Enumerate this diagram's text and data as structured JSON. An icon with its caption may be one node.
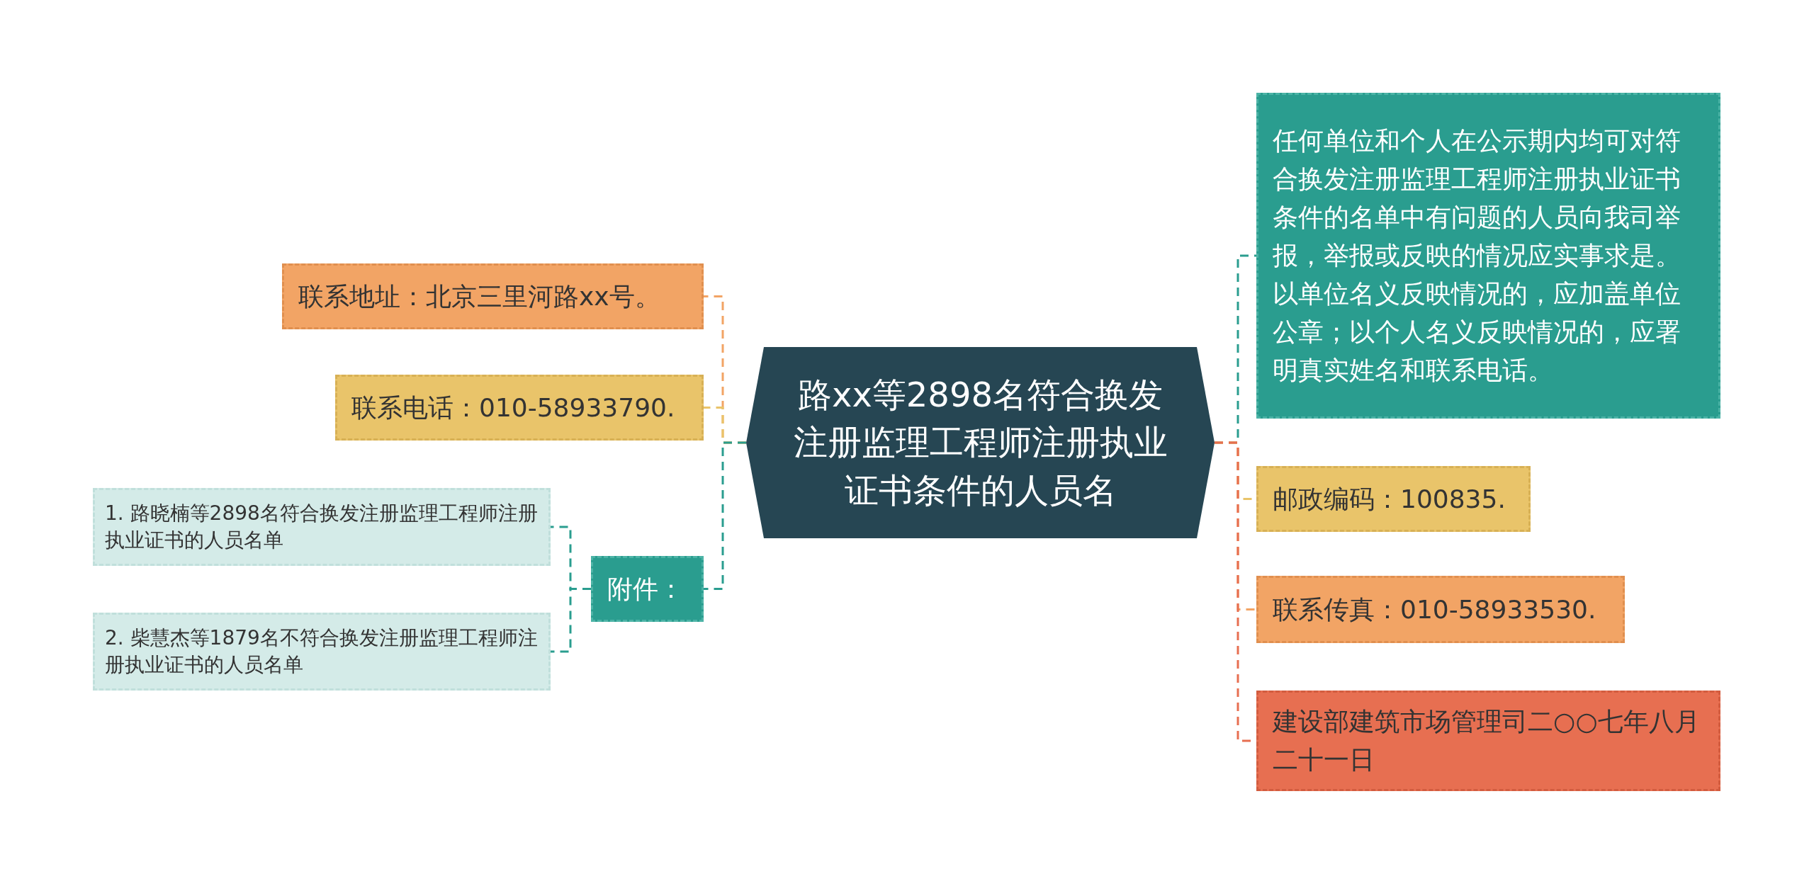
{
  "diagram": {
    "nodes": [
      {
        "text": [
          "路xx等2898名符合换发注册监理工程师注册执业证书条件的人员名"
        ]
      },
      {
        "text": [
          "联系地址：北京三里河路xx号。"
        ]
      },
      {
        "text": [
          "联系电话：010-58933790."
        ]
      },
      {
        "text": [
          "附件："
        ]
      },
      {
        "text": [
          "1. 路晓楠等2898名符合换发注册监理工程师注册执业证书的人员名单"
        ]
      },
      {
        "text": [
          "2. 柴慧杰等1879名不符合换发注册监理工程师注册执业证书的人员名单"
        ]
      },
      {
        "text": [
          "任何单位和个人在公示期内均可对符合换发注册监理工程师注册执业证书条件的名单中有问题的人员向我司举报，举报或反映的情况应实事求是。以单位名义反映情况的，应加盖单位公章；以个人名义反映情况的，应署明真实姓名和联系电话。"
        ]
      },
      {
        "text": [
          "邮政编码：100835."
        ]
      },
      {
        "text": [
          "联系传真：010-58933530."
        ]
      },
      {
        "text": [
          "建设部建筑市场管理司二○○七年八月二十一日"
        ]
      }
    ],
    "edges": [
      {
        "from": 0,
        "to": 1,
        "arrow": "none",
        "style": "dashed",
        "color": "#f2a465"
      },
      {
        "from": 0,
        "to": 2,
        "arrow": "none",
        "style": "dashed",
        "color": "#e9c46a"
      },
      {
        "from": 0,
        "to": 3,
        "arrow": "none",
        "style": "dashed",
        "color": "#2a9d8f"
      },
      {
        "from": 3,
        "to": 4,
        "arrow": "none",
        "style": "dashed",
        "color": "#2a9d8f"
      },
      {
        "from": 3,
        "to": 5,
        "arrow": "none",
        "style": "dashed",
        "color": "#2a9d8f"
      },
      {
        "from": 0,
        "to": 6,
        "arrow": "none",
        "style": "dashed",
        "color": "#2a9d8f"
      },
      {
        "from": 0,
        "to": 7,
        "arrow": "none",
        "style": "dashed",
        "color": "#e9c46a"
      },
      {
        "from": 0,
        "to": 8,
        "arrow": "none",
        "style": "dashed",
        "color": "#f2a465"
      },
      {
        "from": 0,
        "to": 9,
        "arrow": "none",
        "style": "dashed",
        "color": "#e76f51"
      }
    ]
  }
}
